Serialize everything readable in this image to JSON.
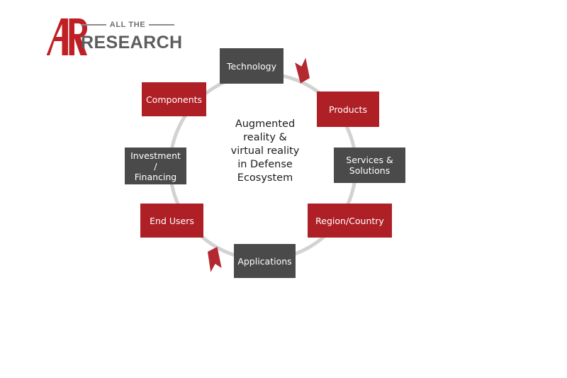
{
  "logo": {
    "monogram": "AR",
    "tagline": "ALL THE",
    "name": "RESEARCH",
    "mark_color": "#bf2026",
    "text_color": "#5d5d5d"
  },
  "diagram": {
    "type": "cycle",
    "center_label": "Augmented\nreality &\nvirtual reality\nin Defense\nEcosystem",
    "ring_color": "#d2d2d2",
    "dark_color": "#4a4a4a",
    "red_color": "#ae2026",
    "arrow_color": "#b3292f",
    "nodes": [
      {
        "label": "Technology",
        "style": "dark"
      },
      {
        "label": "Products",
        "style": "red"
      },
      {
        "label": "Services &\nSolutions",
        "style": "dark"
      },
      {
        "label": "Region/Country",
        "style": "red"
      },
      {
        "label": "Applications",
        "style": "dark"
      },
      {
        "label": "End Users",
        "style": "red"
      },
      {
        "label": "Investment\n/\nFinancing",
        "style": "dark"
      },
      {
        "label": "Components",
        "style": "red"
      }
    ]
  }
}
